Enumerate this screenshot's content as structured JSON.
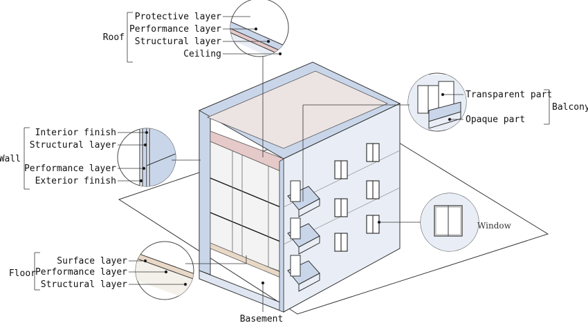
{
  "roof": {
    "group": "Roof",
    "protective": "Protective layer",
    "performance": "Performance layer",
    "structural": "Structural layer",
    "ceiling": "Ceiling"
  },
  "wall": {
    "group": "Wall",
    "interior": "Interior finish",
    "structural": "Structural layer",
    "performance": "Performance layer",
    "exterior": "Exterior finish"
  },
  "balcony": {
    "group": "Balcony",
    "transparent": "Transparent part",
    "opaque": "Opaque part"
  },
  "window": {
    "label": "Window"
  },
  "floor": {
    "group": "Floor",
    "surface": "Surface layer",
    "performance": "Performance layer",
    "structural": "Structural layer"
  },
  "basement": {
    "label": "Basement"
  },
  "colors": {
    "wall_blue": "#c9d6ea",
    "wall_light": "#e9eef6",
    "roof_pink": "#ece3e3",
    "floor_tan": "#e8d8c6",
    "line": "#222222"
  }
}
